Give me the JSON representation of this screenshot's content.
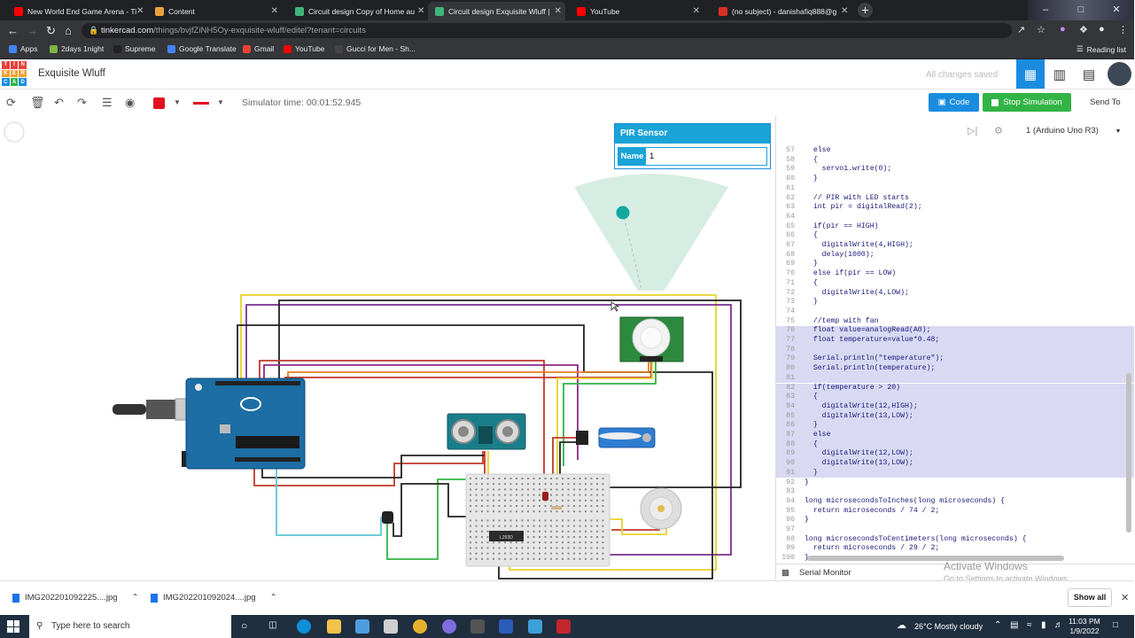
{
  "browser": {
    "tabs": [
      {
        "title": "New World End Game Arena - Ti",
        "color": "#ff0000"
      },
      {
        "title": "Content",
        "color": "#e8a33c"
      },
      {
        "title": "Circuit design Copy of Home au",
        "color": "#3eb57a"
      },
      {
        "title": "Circuit design Exquisite Wluff |",
        "color": "#3eb57a"
      },
      {
        "title": "YouTube",
        "color": "#ff0000"
      },
      {
        "title": "(no subject) - danishafiq888@g",
        "color": "#d93025"
      }
    ],
    "url_host": "tinkercad.com",
    "url_path": "/things/bvjfZiNH5Oy-exquisite-wluff/editel?tenant=circuits",
    "bookmarks": [
      "Apps",
      "2days 1night",
      "Supreme",
      "Google Translate",
      "Gmail",
      "YouTube",
      "Gucci for Men - Sh..."
    ],
    "reading_list": "Reading list"
  },
  "app": {
    "project_name": "Exquisite Wluff",
    "save_status": "All changes saved",
    "logo_letters": [
      "T",
      "I",
      "N",
      "K",
      "E",
      "R",
      "C",
      "A",
      "D"
    ]
  },
  "toolbar": {
    "simulator_time": "Simulator time: 00:01:52.945",
    "code_label": "Code",
    "stop_label": "Stop Simulation",
    "send_label": "Send To"
  },
  "pir_popup": {
    "title": "PIR Sensor",
    "name_label": "Name",
    "name_value": "1"
  },
  "breadboard": {
    "ic_label": "L293D"
  },
  "code_panel": {
    "device": "1 (Arduino Uno R3)",
    "serial_monitor": "Serial Monitor",
    "lines": [
      {
        "n": "57",
        "t": "  else",
        "hl": false
      },
      {
        "n": "58",
        "t": "  {",
        "hl": false
      },
      {
        "n": "59",
        "t": "    servo1.write(0);",
        "hl": false
      },
      {
        "n": "60",
        "t": "  }",
        "hl": false
      },
      {
        "n": "61",
        "t": "",
        "hl": false
      },
      {
        "n": "62",
        "t": "  // PIR with LED starts",
        "hl": false
      },
      {
        "n": "63",
        "t": "  int pir = digitalRead(2);",
        "hl": false
      },
      {
        "n": "64",
        "t": "",
        "hl": false
      },
      {
        "n": "65",
        "t": "  if(pir == HIGH)",
        "hl": false
      },
      {
        "n": "66",
        "t": "  {",
        "hl": false
      },
      {
        "n": "67",
        "t": "    digitalWrite(4,HIGH);",
        "hl": false
      },
      {
        "n": "68",
        "t": "    delay(1000);",
        "hl": false
      },
      {
        "n": "69",
        "t": "  }",
        "hl": false
      },
      {
        "n": "70",
        "t": "  else if(pir == LOW)",
        "hl": false
      },
      {
        "n": "71",
        "t": "  {",
        "hl": false
      },
      {
        "n": "72",
        "t": "    digitalWrite(4,LOW);",
        "hl": false
      },
      {
        "n": "73",
        "t": "  }",
        "hl": false
      },
      {
        "n": "74",
        "t": "",
        "hl": false
      },
      {
        "n": "75",
        "t": "  //temp with fan",
        "hl": false
      },
      {
        "n": "76",
        "t": "  float value=analogRead(A0);",
        "hl": true
      },
      {
        "n": "77",
        "t": "  float temperature=value*0.48;",
        "hl": true
      },
      {
        "n": "78",
        "t": "",
        "hl": true
      },
      {
        "n": "79",
        "t": "  Serial.println(\"temperature\");",
        "hl": true
      },
      {
        "n": "80",
        "t": "  Serial.println(temperature);",
        "hl": true
      },
      {
        "n": "81",
        "t": "",
        "hl": true
      },
      {
        "n": "82",
        "t": "  if(temperature > 20)",
        "hl": true
      },
      {
        "n": "83",
        "t": "  {",
        "hl": true
      },
      {
        "n": "84",
        "t": "    digitalWrite(12,HIGH);",
        "hl": true
      },
      {
        "n": "85",
        "t": "    digitalWrite(13,LOW);",
        "hl": true
      },
      {
        "n": "86",
        "t": "  }",
        "hl": true
      },
      {
        "n": "87",
        "t": "  else",
        "hl": true
      },
      {
        "n": "88",
        "t": "  {",
        "hl": true
      },
      {
        "n": "89",
        "t": "    digitalWrite(12,LOW);",
        "hl": true
      },
      {
        "n": "90",
        "t": "    digitalWrite(13,LOW);",
        "hl": true
      },
      {
        "n": "91",
        "t": "  }",
        "hl": true
      },
      {
        "n": "92",
        "t": "}",
        "hl": false
      },
      {
        "n": "93",
        "t": "",
        "hl": false
      },
      {
        "n": "94",
        "t": "long microsecondsToInches(long microseconds) {",
        "hl": false
      },
      {
        "n": "95",
        "t": "  return microseconds / 74 / 2;",
        "hl": false
      },
      {
        "n": "96",
        "t": "}",
        "hl": false
      },
      {
        "n": "97",
        "t": "",
        "hl": false
      },
      {
        "n": "98",
        "t": "long microsecondsToCentimeters(long microseconds) {",
        "hl": false
      },
      {
        "n": "99",
        "t": "  return microseconds / 29 / 2;",
        "hl": false
      },
      {
        "n": "100",
        "t": "}",
        "hl": false
      }
    ]
  },
  "windows_notice": {
    "line1": "Activate Windows",
    "line2": "Go to Settings to activate Windows."
  },
  "downloads": {
    "items": [
      "IMG202201092225....jpg",
      "IMG202201092024....jpg"
    ],
    "show_all": "Show all"
  },
  "taskbar": {
    "search_placeholder": "Type here to search",
    "weather": "26°C  Mostly cloudy",
    "time": "11:03 PM",
    "date": "1/9/2022"
  }
}
